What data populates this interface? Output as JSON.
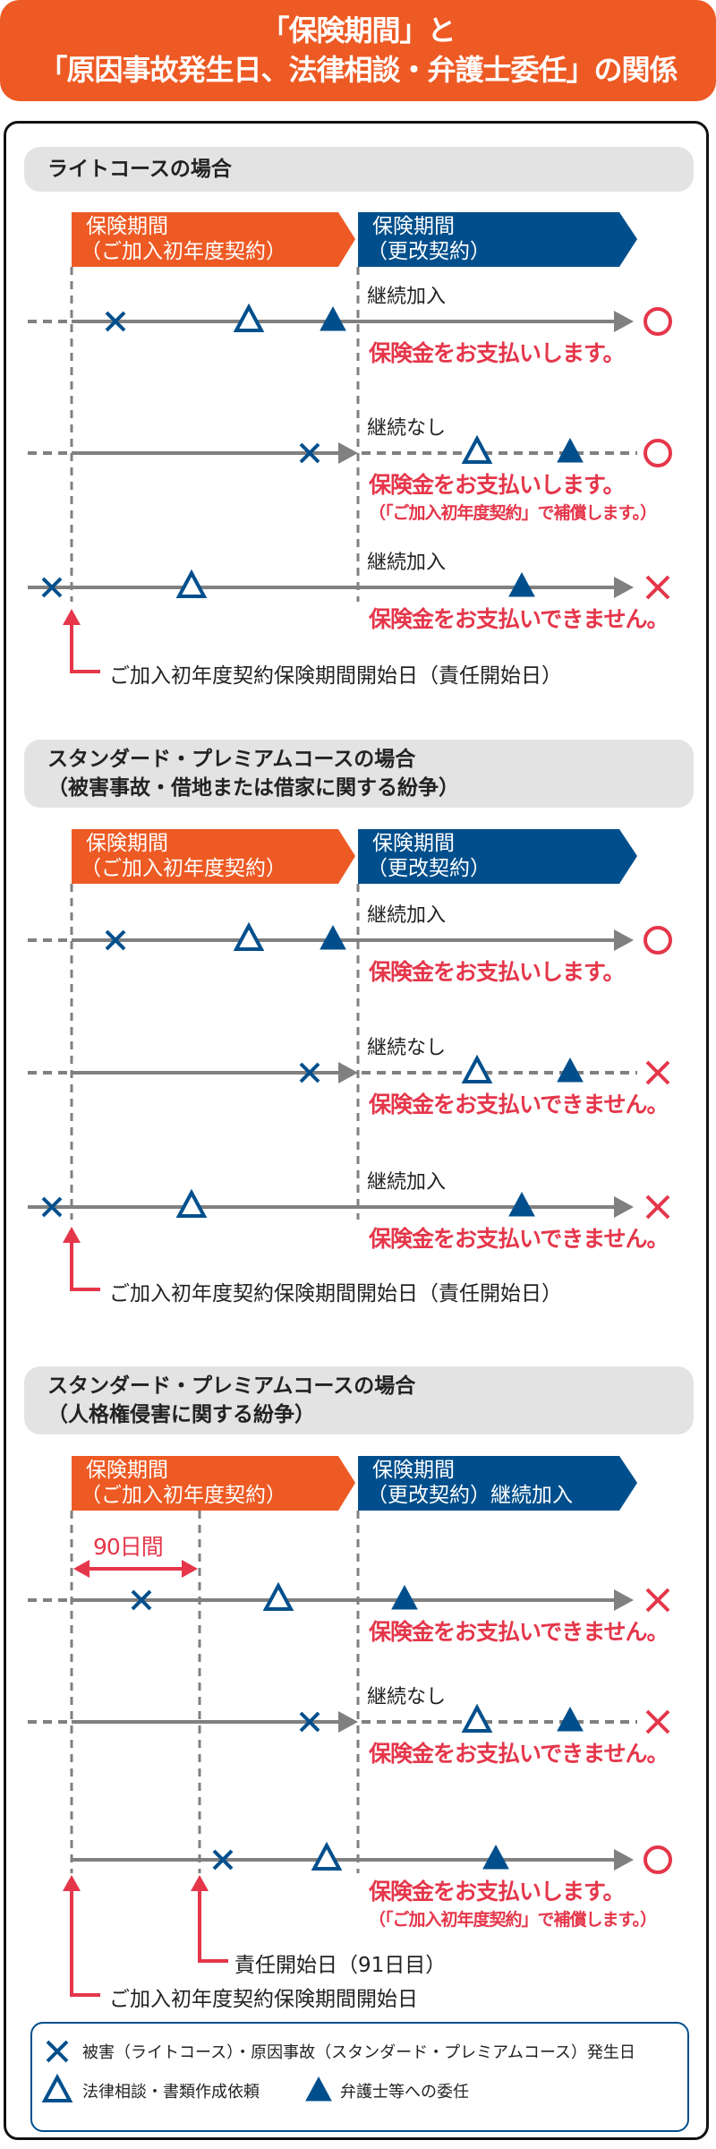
{
  "title": {
    "line1": "「保険期間」と",
    "line2": "「原因事故発生日、法律相談・弁護士委任」の関係"
  },
  "colors": {
    "orange": "#EE5A24",
    "blue": "#004F8C",
    "red": "#E5364A",
    "line": "#808080",
    "header_bg": "#E3E3E3"
  },
  "sections": [
    {
      "header": [
        "ライトコースの場合"
      ],
      "period1": {
        "line1": "保険期間",
        "line2": "（ご加入初年度契約）"
      },
      "period2": {
        "line1": "保険期間",
        "line2": "（更改契約）"
      },
      "rows": [
        {
          "label": "継続加入",
          "result": "circle",
          "message": "保険金をお支払いします。"
        },
        {
          "label": "継続なし",
          "result": "circle",
          "message": "保険金をお支払いします。",
          "sub": "（「ご加入初年度契約」で補償します。）"
        },
        {
          "label": "継続加入",
          "result": "cross",
          "message": "保険金をお支払いできません。"
        }
      ],
      "start_label": "ご加入初年度契約保険期間開始日（責任開始日）"
    },
    {
      "header": [
        "スタンダード・プレミアムコースの場合",
        "（被害事故・借地または借家に関する紛争）"
      ],
      "period1": {
        "line1": "保険期間",
        "line2": "（ご加入初年度契約）"
      },
      "period2": {
        "line1": "保険期間",
        "line2": "（更改契約）"
      },
      "rows": [
        {
          "label": "継続加入",
          "result": "circle",
          "message": "保険金をお支払いします。"
        },
        {
          "label": "継続なし",
          "result": "cross",
          "message": "保険金をお支払いできません。"
        },
        {
          "label": "継続加入",
          "result": "cross",
          "message": "保険金をお支払いできません。"
        }
      ],
      "start_label": "ご加入初年度契約保険期間開始日（責任開始日）"
    },
    {
      "header": [
        "スタンダード・プレミアムコースの場合",
        "（人格権侵害に関する紛争）"
      ],
      "period1": {
        "line1": "保険期間",
        "line2": "（ご加入初年度契約）"
      },
      "period2": {
        "line1": "保険期間",
        "line2": "（更改契約）継続加入"
      },
      "waiting_period": "90日間",
      "rows": [
        {
          "label": "",
          "result": "cross",
          "message": "保険金をお支払いできません。"
        },
        {
          "label": "継続なし",
          "result": "cross",
          "message": "保険金をお支払いできません。"
        },
        {
          "label": "",
          "result": "circle",
          "message": "保険金をお支払いします。",
          "sub": "（「ご加入初年度契約」で補償します。）"
        }
      ],
      "responsibility_label": "責任開始日（91日目）",
      "start_label": "ご加入初年度契約保険期間開始日"
    }
  ],
  "legend": {
    "cross": "被害（ライトコース）・原因事故（スタンダード・プレミアムコース）発生日",
    "open_triangle": "法律相談・書類作成依頼",
    "filled_triangle": "弁護士等への委任"
  }
}
